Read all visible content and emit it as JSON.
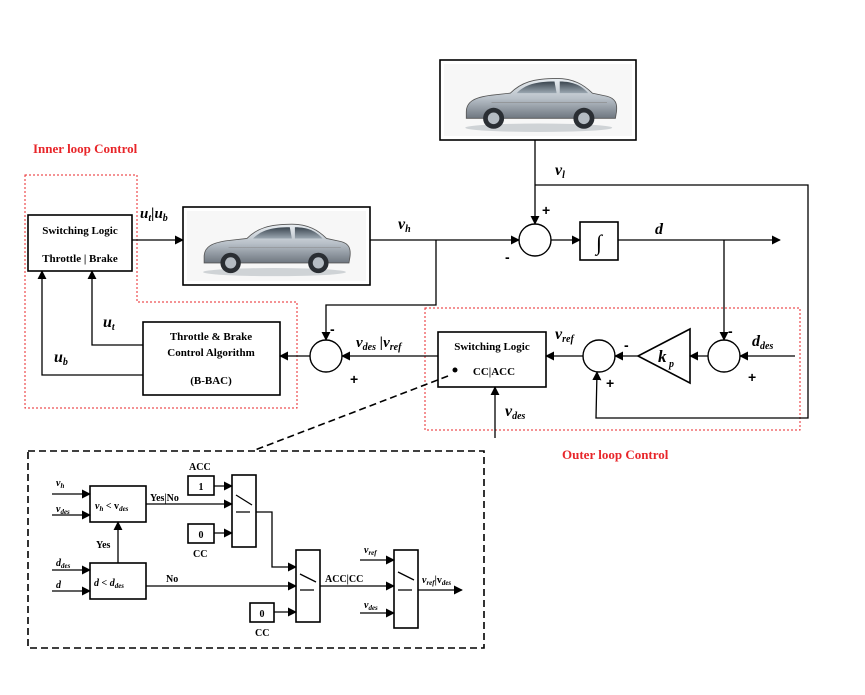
{
  "labels": {
    "inner_loop": "Inner loop Control",
    "outer_loop": "Outer loop Control",
    "switching_logic_1": "Switching Logic",
    "throttle_brake": "Throttle | Brake",
    "algo_line1": "Throttle & Brake",
    "algo_line2": "Control Algorithm",
    "algo_line3": "(B-BAC)",
    "switching_logic_2": "Switching Logic",
    "cc_acc": "CC|ACC",
    "integral": "∫",
    "kp": "k",
    "kp_sub": "p"
  },
  "signals": {
    "ut_ub": "u",
    "ut_sub": "t",
    "ub_sub": "b",
    "ut": "u",
    "ub": "u",
    "vh": "v",
    "vh_sub": "h",
    "vl": "v",
    "vl_sub": "l",
    "d": "d",
    "ddes": "d",
    "des_sub": "des",
    "vref": "v",
    "ref_sub": "ref",
    "vdes": "v",
    "sep": "|"
  },
  "signs": {
    "plus": "+",
    "minus": "-"
  },
  "detail": {
    "vh": "v",
    "vh_sub": "h",
    "vdes": "v",
    "des_sub": "des",
    "cmp1_a": "v",
    "cmp1_op": " < v",
    "ddes": "d",
    "d": "d",
    "cmp2": "d < d",
    "yes_no": "Yes|No",
    "yes": "Yes",
    "no": "No",
    "acc": "ACC",
    "cc1": "CC",
    "cc2": "CC",
    "const1": "1",
    "const0a": "0",
    "const0b": "0",
    "acc_cc": "ACC|CC",
    "vref": "v",
    "ref_sub": "ref",
    "out": "v",
    "out_sep": "|v"
  }
}
